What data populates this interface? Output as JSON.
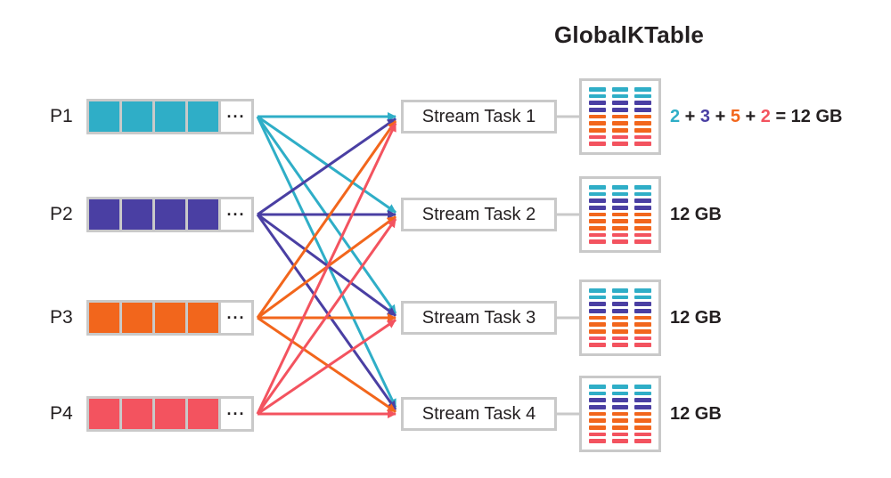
{
  "title": "GlobalKTable",
  "colors": {
    "teal": "#2FAEC7",
    "purple": "#4A3FA3",
    "orange": "#F2661C",
    "red": "#F3535F",
    "dark": "#231F20",
    "box_border": "#C9C9C9"
  },
  "partitions": [
    {
      "label": "P1",
      "color_key": "teal",
      "cells": 4,
      "ellipsis": "···"
    },
    {
      "label": "P2",
      "color_key": "purple",
      "cells": 4,
      "ellipsis": "···"
    },
    {
      "label": "P3",
      "color_key": "orange",
      "cells": 4,
      "ellipsis": "···"
    },
    {
      "label": "P4",
      "color_key": "red",
      "cells": 4,
      "ellipsis": "···"
    }
  ],
  "tasks": [
    "Stream Task 1",
    "Stream Task 2",
    "Stream Task 3",
    "Stream Task 4"
  ],
  "ktable": {
    "columns": 3,
    "row_pattern": [
      "teal",
      "teal",
      "purple",
      "purple",
      "orange",
      "orange",
      "orange",
      "red",
      "red"
    ]
  },
  "size_labels": {
    "first_equation": [
      {
        "text": "2",
        "color_key": "teal"
      },
      {
        "text": " + ",
        "color_key": "dark"
      },
      {
        "text": "3",
        "color_key": "purple"
      },
      {
        "text": " + ",
        "color_key": "dark"
      },
      {
        "text": "5",
        "color_key": "orange"
      },
      {
        "text": " + ",
        "color_key": "dark"
      },
      {
        "text": "2",
        "color_key": "red"
      },
      {
        "text": " = 12 GB",
        "color_key": "dark"
      }
    ],
    "others": "12 GB"
  }
}
